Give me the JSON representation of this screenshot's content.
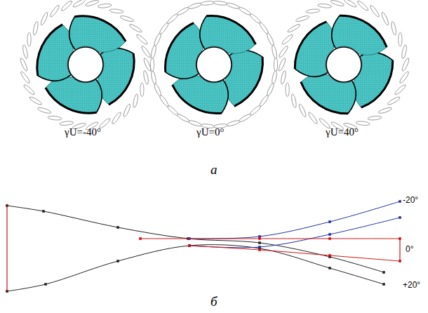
{
  "diagram": {
    "labels": [
      "γU=-40°",
      "γU=0°",
      "γU=40°",
      "а",
      "-20°",
      "0°",
      "+20°",
      "б"
    ]
  }
}
